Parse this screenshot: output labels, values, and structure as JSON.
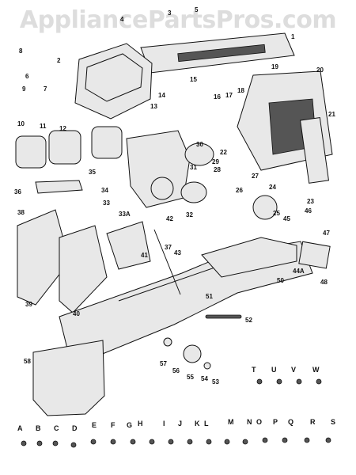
{
  "watermark": "AppliancePartsPros.com",
  "part_numbers": [
    {
      "id": "p1",
      "text": "1"
    },
    {
      "id": "p2",
      "text": "2"
    },
    {
      "id": "p3",
      "text": "3"
    },
    {
      "id": "p4",
      "text": "4"
    },
    {
      "id": "p5",
      "text": "5"
    },
    {
      "id": "p6",
      "text": "6"
    },
    {
      "id": "p7",
      "text": "7"
    },
    {
      "id": "p8",
      "text": "8"
    },
    {
      "id": "p9",
      "text": "9"
    },
    {
      "id": "p10",
      "text": "10"
    },
    {
      "id": "p11",
      "text": "11"
    },
    {
      "id": "p12",
      "text": "12"
    },
    {
      "id": "p13",
      "text": "13"
    },
    {
      "id": "p14",
      "text": "14"
    },
    {
      "id": "p15",
      "text": "15"
    },
    {
      "id": "p16",
      "text": "16"
    },
    {
      "id": "p17",
      "text": "17"
    },
    {
      "id": "p18",
      "text": "18"
    },
    {
      "id": "p19",
      "text": "19"
    },
    {
      "id": "p20",
      "text": "20"
    },
    {
      "id": "p21",
      "text": "21"
    },
    {
      "id": "p22",
      "text": "22"
    },
    {
      "id": "p23",
      "text": "23"
    },
    {
      "id": "p24",
      "text": "24"
    },
    {
      "id": "p25",
      "text": "25"
    },
    {
      "id": "p26",
      "text": "26"
    },
    {
      "id": "p27",
      "text": "27"
    },
    {
      "id": "p28",
      "text": "28"
    },
    {
      "id": "p29",
      "text": "29"
    },
    {
      "id": "p30",
      "text": "30"
    },
    {
      "id": "p31",
      "text": "31"
    },
    {
      "id": "p32",
      "text": "32"
    },
    {
      "id": "p33",
      "text": "33"
    },
    {
      "id": "p33a",
      "text": "33A"
    },
    {
      "id": "p34",
      "text": "34"
    },
    {
      "id": "p35",
      "text": "35"
    },
    {
      "id": "p36",
      "text": "36"
    },
    {
      "id": "p37",
      "text": "37"
    },
    {
      "id": "p38",
      "text": "38"
    },
    {
      "id": "p39",
      "text": "39"
    },
    {
      "id": "p40",
      "text": "40"
    },
    {
      "id": "p41",
      "text": "41"
    },
    {
      "id": "p42",
      "text": "42"
    },
    {
      "id": "p43",
      "text": "43"
    },
    {
      "id": "p44a",
      "text": "44A"
    },
    {
      "id": "p45",
      "text": "45"
    },
    {
      "id": "p46",
      "text": "46"
    },
    {
      "id": "p47",
      "text": "47"
    },
    {
      "id": "p48",
      "text": "48"
    },
    {
      "id": "p50",
      "text": "50"
    },
    {
      "id": "p51",
      "text": "51"
    },
    {
      "id": "p52",
      "text": "52"
    },
    {
      "id": "p53",
      "text": "53"
    },
    {
      "id": "p54",
      "text": "54"
    },
    {
      "id": "p55",
      "text": "55"
    },
    {
      "id": "p56",
      "text": "56"
    },
    {
      "id": "p57",
      "text": "57"
    },
    {
      "id": "p58",
      "text": "58"
    }
  ],
  "hardware_letters": [
    {
      "id": "A",
      "text": "A"
    },
    {
      "id": "B",
      "text": "B"
    },
    {
      "id": "C",
      "text": "C"
    },
    {
      "id": "D",
      "text": "D"
    },
    {
      "id": "E",
      "text": "E"
    },
    {
      "id": "F",
      "text": "F"
    },
    {
      "id": "G",
      "text": "G"
    },
    {
      "id": "H",
      "text": "H"
    },
    {
      "id": "I",
      "text": "I"
    },
    {
      "id": "J",
      "text": "J"
    },
    {
      "id": "K",
      "text": "K"
    },
    {
      "id": "L",
      "text": "L"
    },
    {
      "id": "M",
      "text": "M"
    },
    {
      "id": "N",
      "text": "N"
    },
    {
      "id": "O",
      "text": "O"
    },
    {
      "id": "P",
      "text": "P"
    },
    {
      "id": "Q",
      "text": "Q"
    },
    {
      "id": "R",
      "text": "R"
    },
    {
      "id": "S",
      "text": "S"
    },
    {
      "id": "T",
      "text": "T"
    },
    {
      "id": "U",
      "text": "U"
    },
    {
      "id": "V",
      "text": "V"
    },
    {
      "id": "W",
      "text": "W"
    }
  ]
}
